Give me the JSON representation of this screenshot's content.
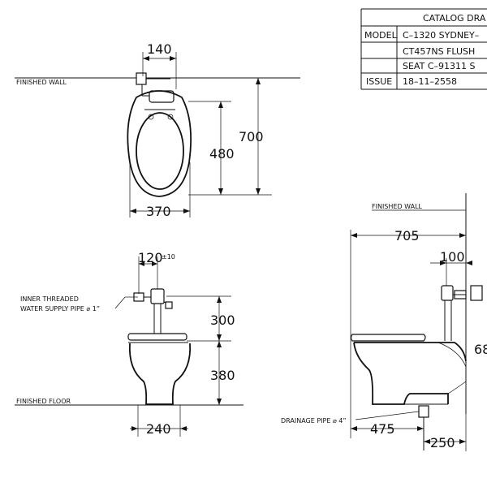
{
  "title_block": {
    "header": "CATALOG DRA",
    "model_label": "MODEL",
    "model_lines": [
      "C–1320 SYDNEY–",
      "CT457NS FLUSH",
      "SEAT C–91311 S"
    ],
    "issue_label": "ISSUE",
    "issue_value": "18–11–2558"
  },
  "labels": {
    "finished_wall_top": "FINISHED WALL",
    "finished_wall_side": "FINISHED WALL",
    "finished_floor": "FINISHED FLOOR",
    "inner_threaded_1": "INNER THREADED",
    "inner_threaded_2": "WATER SUPPLY PIPE ⌀ 1”",
    "drainage": "DRAINAGE PIPE ⌀ 4”"
  },
  "dimensions": {
    "top_140": "140",
    "top_700": "700",
    "top_480": "480",
    "top_370": "370",
    "front_120": "120",
    "front_120_tol": "±10",
    "front_300": "300",
    "front_380": "380",
    "front_240": "240",
    "side_705": "705",
    "side_100": "100",
    "side_68": "68",
    "side_475": "475",
    "side_250": "250"
  }
}
